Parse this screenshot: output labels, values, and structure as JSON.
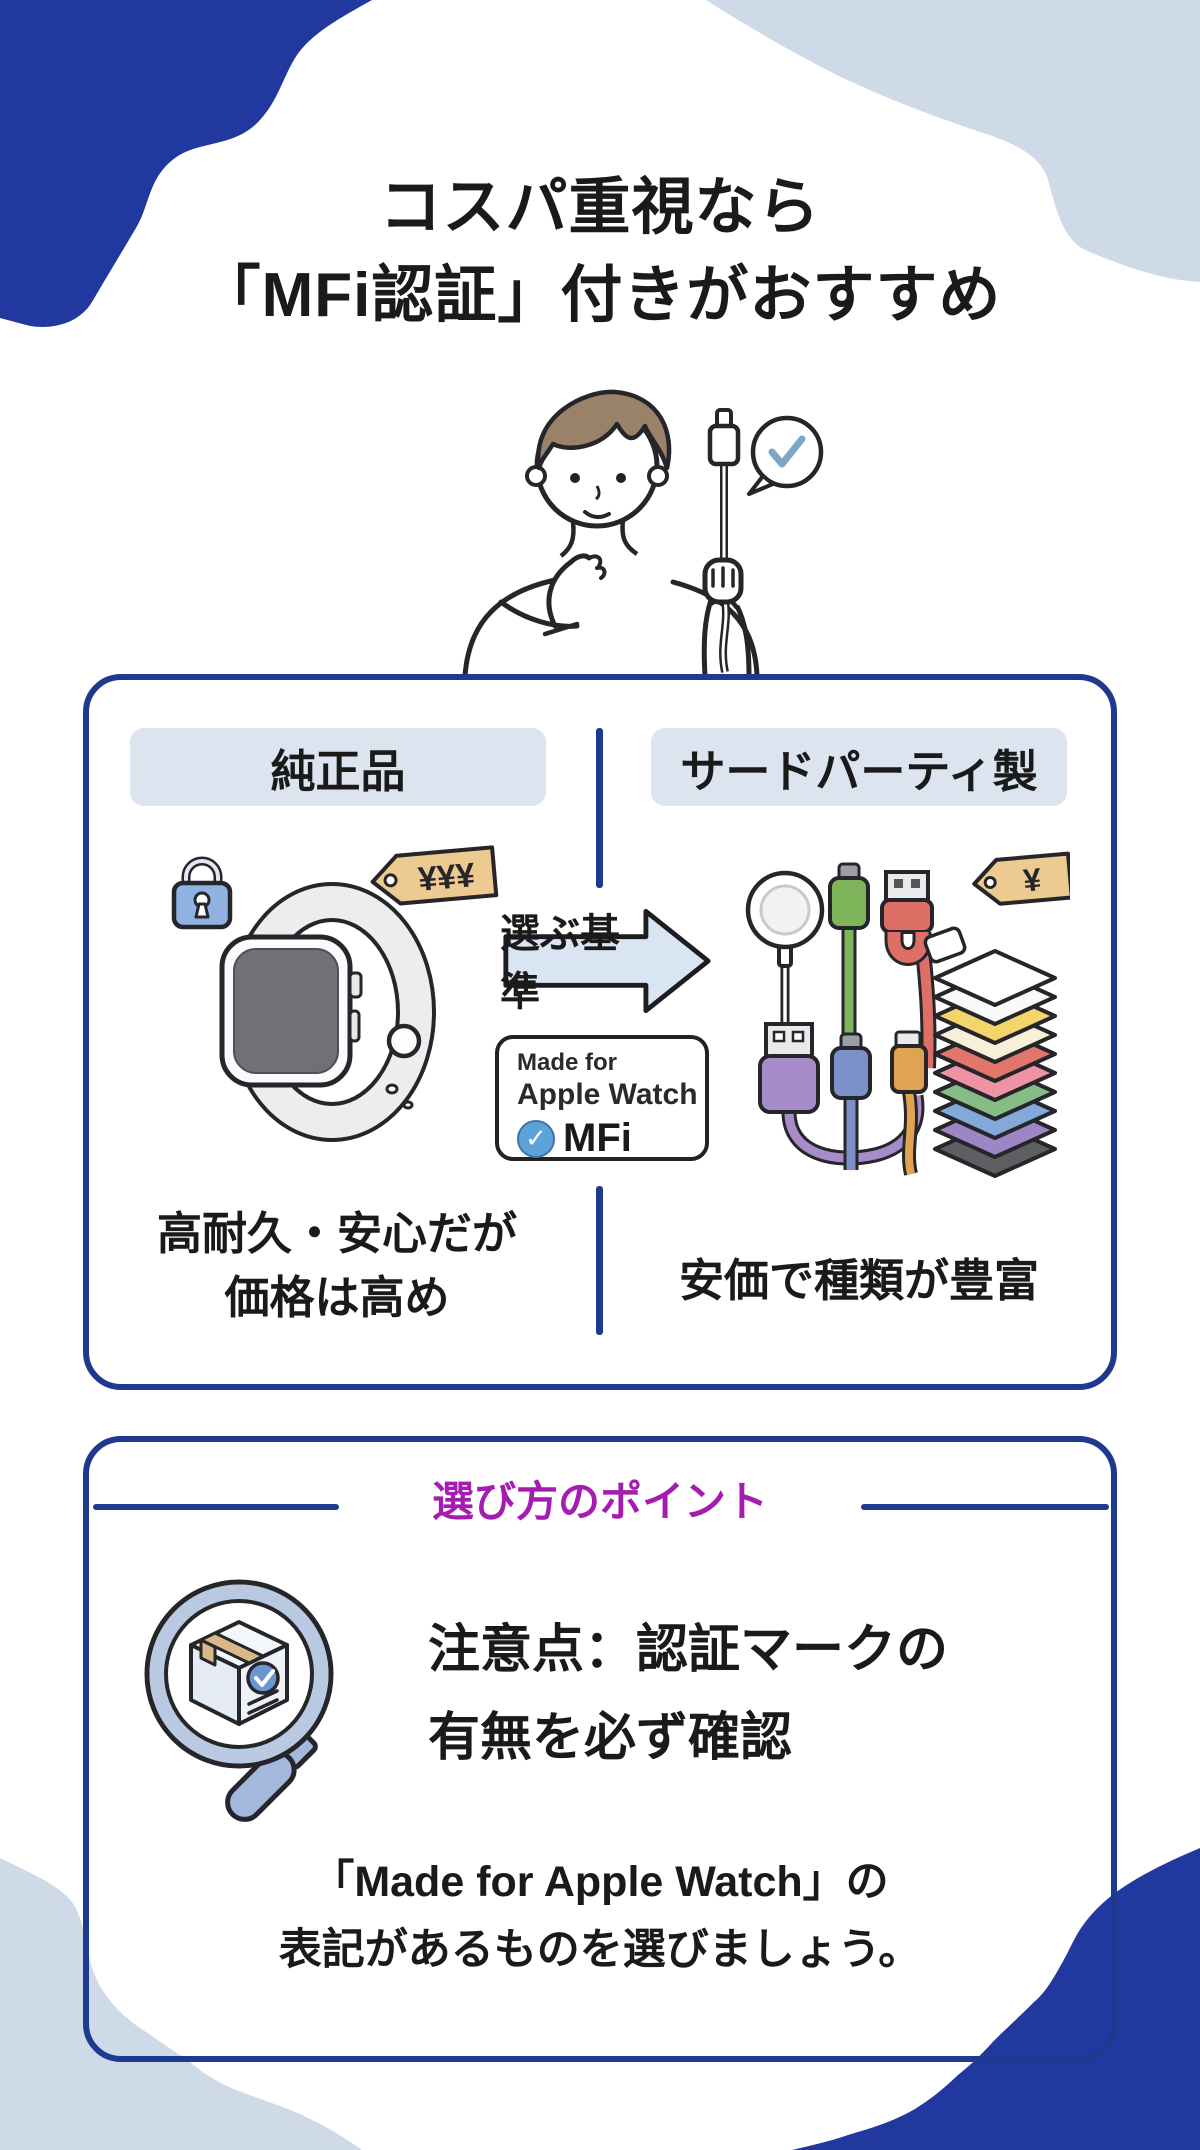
{
  "title": {
    "line1": "コスパ重視なら",
    "line2": "「MFi認証」付きがおすすめ"
  },
  "comparison": {
    "left": {
      "header": "純正品",
      "price_tag": "¥¥¥",
      "caption_line1": "高耐久・安心だが",
      "caption_line2": "価格は高め"
    },
    "right": {
      "header": "サードパーティ製",
      "price_tag": "¥",
      "caption": "安価で種類が豊富"
    },
    "arrow_label": "選ぶ基準",
    "mfi_badge": {
      "line1": "Made for",
      "line2": "Apple Watch",
      "check": "✓",
      "label": "MFi"
    }
  },
  "points": {
    "header": "選び方のポイント",
    "caution_line1": "注意点：認証マークの",
    "caution_line2": "有無を必ず確認",
    "note_line1": "「Made for Apple Watch」の",
    "note_line2": "表記があるものを選びましょう。"
  },
  "icons": {
    "check_mark": "✓",
    "yen": "¥"
  },
  "colors": {
    "dark_blue_blob": "#21399e",
    "light_blue_blob": "#cfdae8",
    "border_navy": "#1e3a8f",
    "header_pill_bg": "#dce4f0",
    "arrow_fill": "#d9e5f2",
    "points_header_purple": "#a41cb0",
    "price_tag_tan": "#ecca90",
    "mfi_check_blue": "#5ba3d9",
    "lock_blue": "#8fb2e0",
    "watch_screen_gray": "#707075",
    "stack_colors_top_to_bottom": [
      "#ffffff",
      "#fafafa",
      "#f3d56b",
      "#f6f0da",
      "#e2756c",
      "#ee93a3",
      "#86bd86",
      "#82a9d9",
      "#9d86c3",
      "#5f5f63"
    ]
  }
}
